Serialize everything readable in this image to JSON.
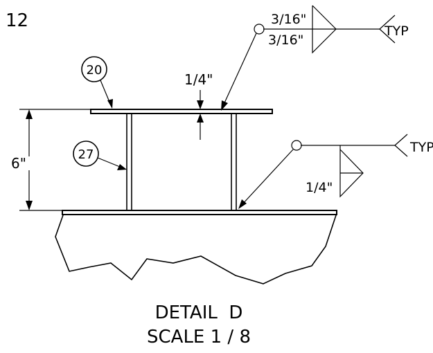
{
  "sheet": {
    "number": "12"
  },
  "detail": {
    "title": "DETAIL  D",
    "scale": "SCALE 1 / 8"
  },
  "balloons": [
    {
      "label": "20"
    },
    {
      "label": "27"
    }
  ],
  "dimensions": {
    "height": "6\"",
    "plate_thickness": "1/4\""
  },
  "welds": {
    "top": {
      "arrow_side_size": "3/16\"",
      "other_side_size": "3/16\"",
      "tail_note": "TYP"
    },
    "bottom": {
      "size": "1/4\"",
      "tail_note": "TYP"
    }
  }
}
